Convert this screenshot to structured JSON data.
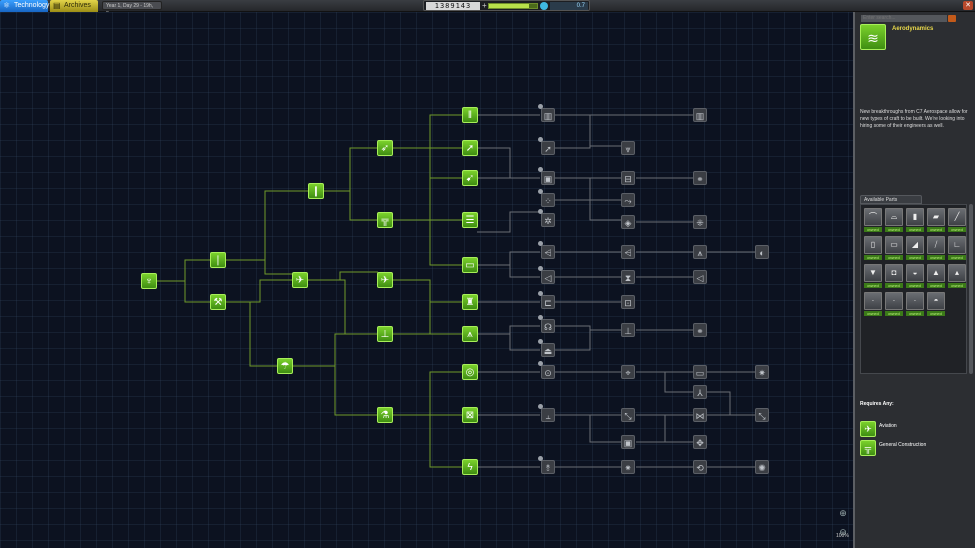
{
  "topbar": {
    "tab_technology": "Technology",
    "tab_archives": "Archives",
    "date": "Year 1, Day 29 - 19h, 8m",
    "funds": "1389143",
    "science": "0.7"
  },
  "colors": {
    "researched": "#5fb51e",
    "locked": "#3b3e44",
    "accent": "#e8d84a",
    "tab_tech": "#1e7ad8",
    "tab_archives": "#c9b92a"
  },
  "zoom": {
    "label": "100%"
  },
  "panel": {
    "search_placeholder": "Enter search...",
    "tech_name": "Aerodynamics",
    "description": "New breakthroughs from C7 Aerospace allow for new types of craft to be built. We're looking into hiring some of their engineers as well.",
    "parts_tab": "Available Parts",
    "owned_label": "owned",
    "parts_icons": [
      "nosecone",
      "nosecone",
      "fuel-tank",
      "intake",
      "fin",
      "tank",
      "tank",
      "wing",
      "wing",
      "rudder",
      "fuselage",
      "adapter",
      "dome",
      "cone",
      "cone",
      "antenna",
      "part",
      "part",
      "part",
      "cockpit"
    ],
    "requires_title": "Requires Any:",
    "requires": [
      {
        "name": "Aviation",
        "icon": "plane-icon"
      },
      {
        "name": "General Construction",
        "icon": "girder-icon"
      }
    ]
  }
}
